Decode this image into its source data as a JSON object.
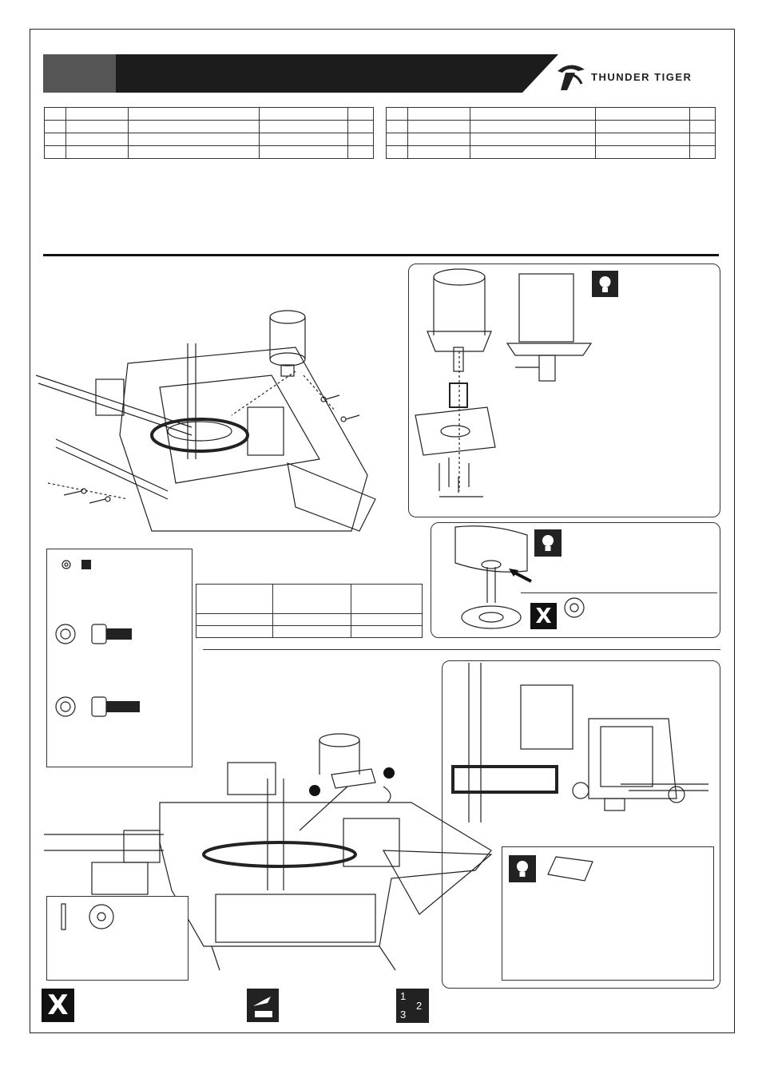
{
  "brand": {
    "logo_text": "THUNDER TIGER",
    "icon": "thunder-tiger-logo-icon"
  },
  "colors": {
    "header_bar": "#222222",
    "header_tab": "#555555",
    "line": "#222222"
  },
  "legend": {
    "no_adhesive_icon": "x-mark-icon",
    "threadlock_icon": "threadlock-apply-icon",
    "sequence_icon": "tightening-sequence-icon",
    "sequence_numbers": [
      "1",
      "2",
      "3"
    ]
  },
  "icons": {
    "tip": "lightbulb-tip-icon",
    "arrow": "pointer-arrow-icon",
    "rotate": "rotation-arrow-icon",
    "callout_a": "step-callout-dot-icon"
  }
}
